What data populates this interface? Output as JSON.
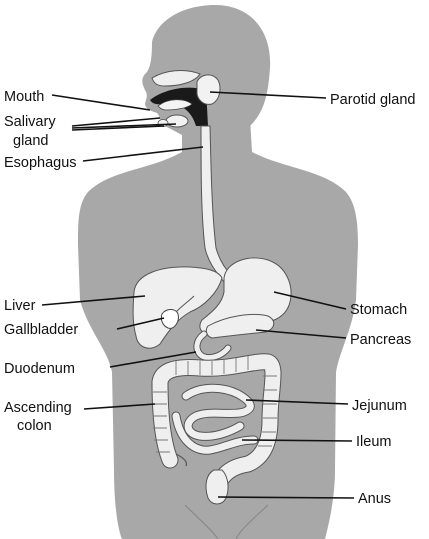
{
  "labels": {
    "mouth": "Mouth",
    "salivary_gland_line1": "Salivary",
    "salivary_gland_line2": "gland",
    "esophagus": "Esophagus",
    "liver": "Liver",
    "gallbladder": "Gallbladder",
    "duodenum": "Duodenum",
    "ascending_colon_line1": "Ascending",
    "ascending_colon_line2": "colon",
    "parotid_gland": "Parotid gland",
    "stomach": "Stomach",
    "pancreas": "Pancreas",
    "jejunum": "Jejunum",
    "ileum": "Ileum",
    "anus": "Anus"
  },
  "colors": {
    "body": "#a8a8a8",
    "organ_fill": "#efefef",
    "organ_stroke": "#555555",
    "leader_line": "#111111",
    "text": "#111111"
  }
}
